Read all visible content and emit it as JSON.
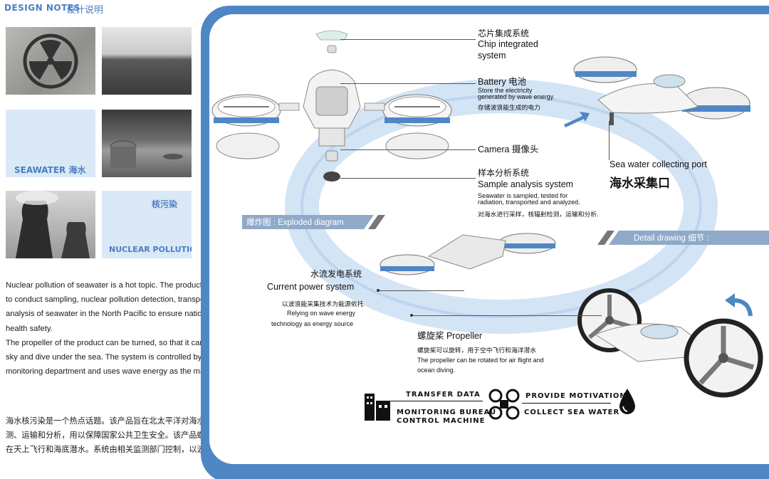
{
  "header": {
    "title_en": "DESIGN NOTES",
    "title_cn": "设计说明"
  },
  "tiles": {
    "seawater_caption": "SEAWATER 海水",
    "pollution_cn": "核污染",
    "pollution_en": "NUCLEAR POLLUTION"
  },
  "description": {
    "en_p1": "Nuclear pollution of seawater is a hot topic. The product is designed to conduct sampling, nuclear pollution detection, transportation and analysis of seawater in the North Pacific to ensure national public health safety.",
    "en_p2": "The propeller of the product can be turned, so that it can fly in the sky and dive under the sea. The system is controlled by the relevant monitoring department and uses wave energy as the main power.",
    "cn": "海水核污染是一个热点话题。该产品旨在北太平洋对海水进行采样、核污染检测、运输和分析，用以保障国家公共卫生安全。该产品螺旋桨可以转动，使其能在天上飞行和海底潜水。系统由相关监测部门控制，以波浪能为主要动力。"
  },
  "labels": {
    "chip_cn": "芯片集成系统",
    "chip_en1": "Chip integrated",
    "chip_en2": "system",
    "battery_title": "Battery  电池",
    "battery_en1": "Store the electricity",
    "battery_en2": "generated by wave energy.",
    "battery_cn": "存储波浪能生成的电力",
    "camera": "Camera  摄像头",
    "sample_cn": "样本分析系统",
    "sample_en": "Sample analysis system",
    "sample_d1": "Seawater is sampled, tested for",
    "sample_d2": "radiation, transported and analyzed.",
    "sample_dcn": "对海水进行采样，核辐射检测，运输和分析.",
    "port_en": "Sea water collecting port",
    "port_cn": "海水采集口",
    "exploded": "爆炸图 : Exploded diagram",
    "detail": "Detail drawing   细节 :",
    "current_cn": "水流发电系统",
    "current_en": "Current power system",
    "current_dcn": "以波浪能采集技术为能源依托",
    "current_d1": "Relying on wave energy",
    "current_d2": "technology as energy source",
    "prop_title": "螺旋桨  Propeller",
    "prop_dcn": "螺旋桨可以旋转，用于空中飞行和海洋潜水",
    "prop_d1": "The propeller can be rotated for air flight and",
    "prop_d2": "ocean diving."
  },
  "flow": {
    "transfer": "TRANSFER DATA",
    "monitor1": "MONITORING BUREAU",
    "monitor2": "CONTROL MACHINE",
    "motivation": "PROVIDE MOTIVATION",
    "collect": "COLLECT SEA WATER"
  },
  "icons": [
    "radiation-icon",
    "building-icon",
    "drone-icon",
    "water-drop-icon",
    "arrow-icon"
  ],
  "colors": {
    "accent": "#4f86c6",
    "light_tile": "#dbe8f6",
    "banner": "#8fa9c9"
  }
}
